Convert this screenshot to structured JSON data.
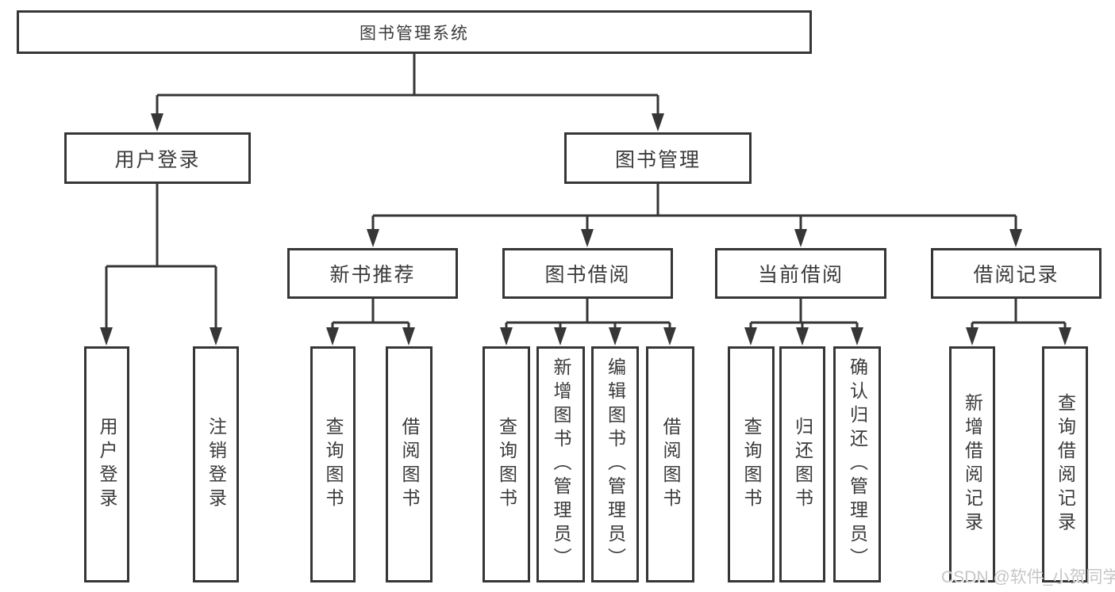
{
  "colors": {
    "line": "#363636",
    "box_border": "#363636",
    "text": "#3a3a3a",
    "watermark": "#c6c6c6",
    "background": "#ffffff"
  },
  "watermark": {
    "text": "CSDN @软件_小贺同学"
  },
  "tree": {
    "root": {
      "label": "图书管理系统"
    },
    "branches": [
      {
        "label": "用户登录",
        "children": [
          {
            "label": "用户登录"
          },
          {
            "label": "注销登录"
          }
        ]
      },
      {
        "label": "图书管理",
        "children": [
          {
            "label": "新书推荐",
            "children": [
              {
                "label": "查询图书"
              },
              {
                "label": "借阅图书"
              }
            ]
          },
          {
            "label": "图书借阅",
            "children": [
              {
                "label": "查询图书"
              },
              {
                "label": "新增图书（管理员）"
              },
              {
                "label": "编辑图书（管理员）"
              },
              {
                "label": "借阅图书"
              }
            ]
          },
          {
            "label": "当前借阅",
            "children": [
              {
                "label": "查询图书"
              },
              {
                "label": "归还图书"
              },
              {
                "label": "确认归还（管理员）"
              }
            ]
          },
          {
            "label": "借阅记录",
            "children": [
              {
                "label": "新增借阅记录"
              },
              {
                "label": "查询借阅记录"
              }
            ]
          }
        ]
      }
    ]
  }
}
